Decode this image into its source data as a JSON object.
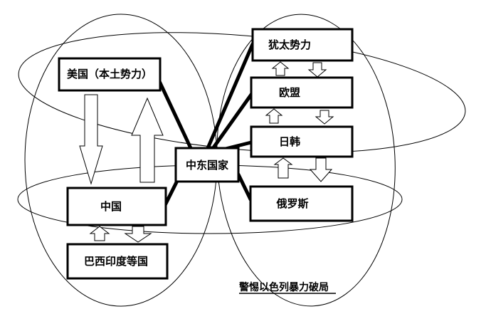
{
  "nodes": {
    "jewish_power": {
      "label": "犹太势力"
    },
    "eu": {
      "label": "欧盟"
    },
    "japan_korea": {
      "label": "日韩"
    },
    "russia": {
      "label": "俄罗斯"
    },
    "usa": {
      "label": "美国（本土势力）"
    },
    "china": {
      "label": "中国"
    },
    "middle_east": {
      "label": "中东国家"
    },
    "brazil_india": {
      "label": "巴西印度等国"
    }
  },
  "caption": "警惕以色列暴力破局",
  "colors": {
    "stroke": "#000000",
    "background": "#ffffff"
  }
}
